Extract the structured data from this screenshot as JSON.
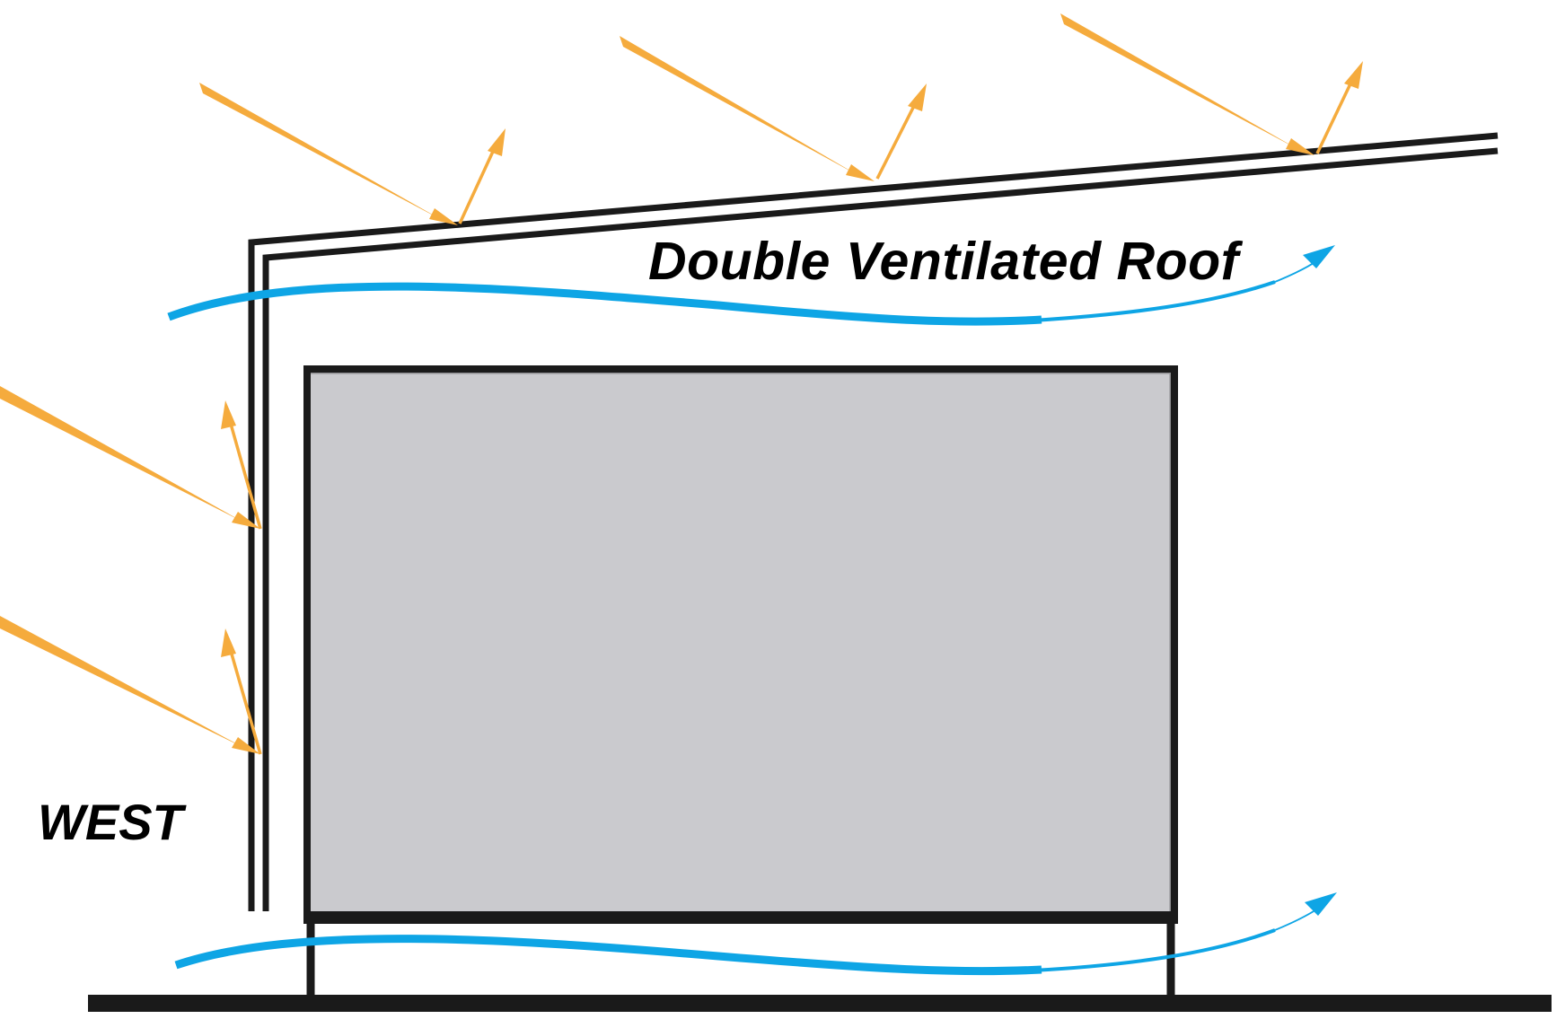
{
  "labels": {
    "roof": "Double Ventilated Roof",
    "wall_side": "WEST"
  },
  "colors": {
    "sun_ray": "#F5AB3D",
    "airflow": "#0EA5E5",
    "structure": "#1A1A1A",
    "building_fill": "#CACACE",
    "building_border": "#8F8F92",
    "background": "#FFFFFF"
  },
  "elements": {
    "sun_rays": [
      "roof-ray-1",
      "roof-ray-2",
      "roof-ray-3",
      "wall-ray-1",
      "wall-ray-2"
    ],
    "airflows": [
      "roof-airflow",
      "floor-airflow"
    ]
  }
}
